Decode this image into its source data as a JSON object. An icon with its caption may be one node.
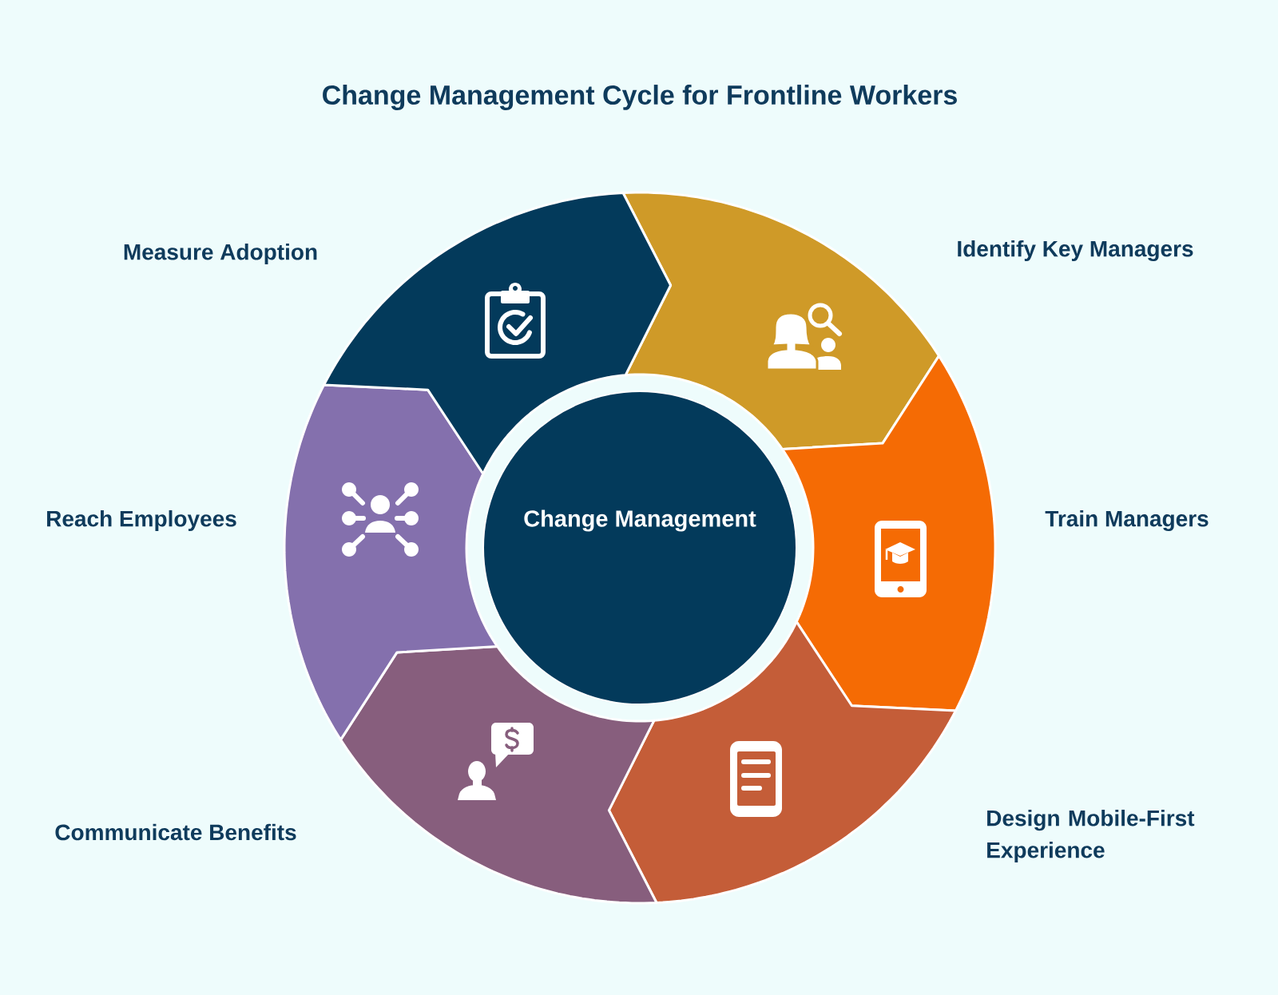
{
  "diagram": {
    "title": "Change Management Cycle for Frontline Workers",
    "nodes": [
      {
        "text": [
          "Change Management"
        ]
      },
      {
        "text": [
          "Identify Key Managers"
        ]
      },
      {
        "text": [
          "Train Managers"
        ]
      },
      {
        "text": [
          "Design Mobile-First Experience"
        ]
      },
      {
        "text": [
          "Communicate Benefits"
        ]
      },
      {
        "text": [
          "Reach Employees"
        ]
      },
      {
        "text": [
          "Measure Adoption"
        ]
      }
    ]
  }
}
